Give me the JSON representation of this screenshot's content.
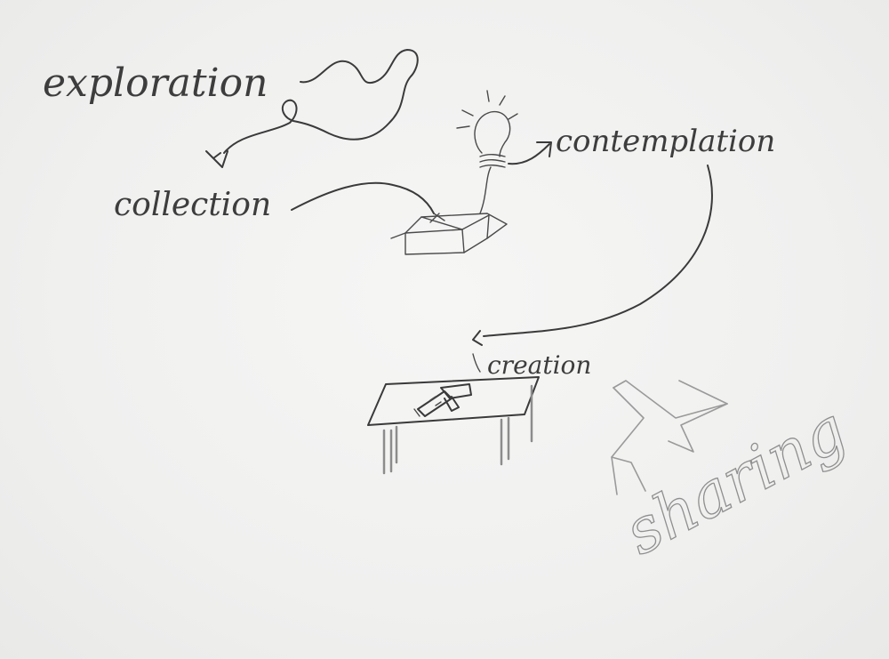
{
  "labels": {
    "exploration": "exploration",
    "collection": "collection",
    "contemplation": "contemplation",
    "creation": "creation",
    "sharing": "sharing"
  },
  "icons": [
    "light-bulb-icon",
    "open-box-icon",
    "workbench-icon",
    "tools-icon"
  ],
  "colors": {
    "ink": "#3a3a3a",
    "pencil_light": "#9a9a9a",
    "paper": "#f1f1f0"
  }
}
